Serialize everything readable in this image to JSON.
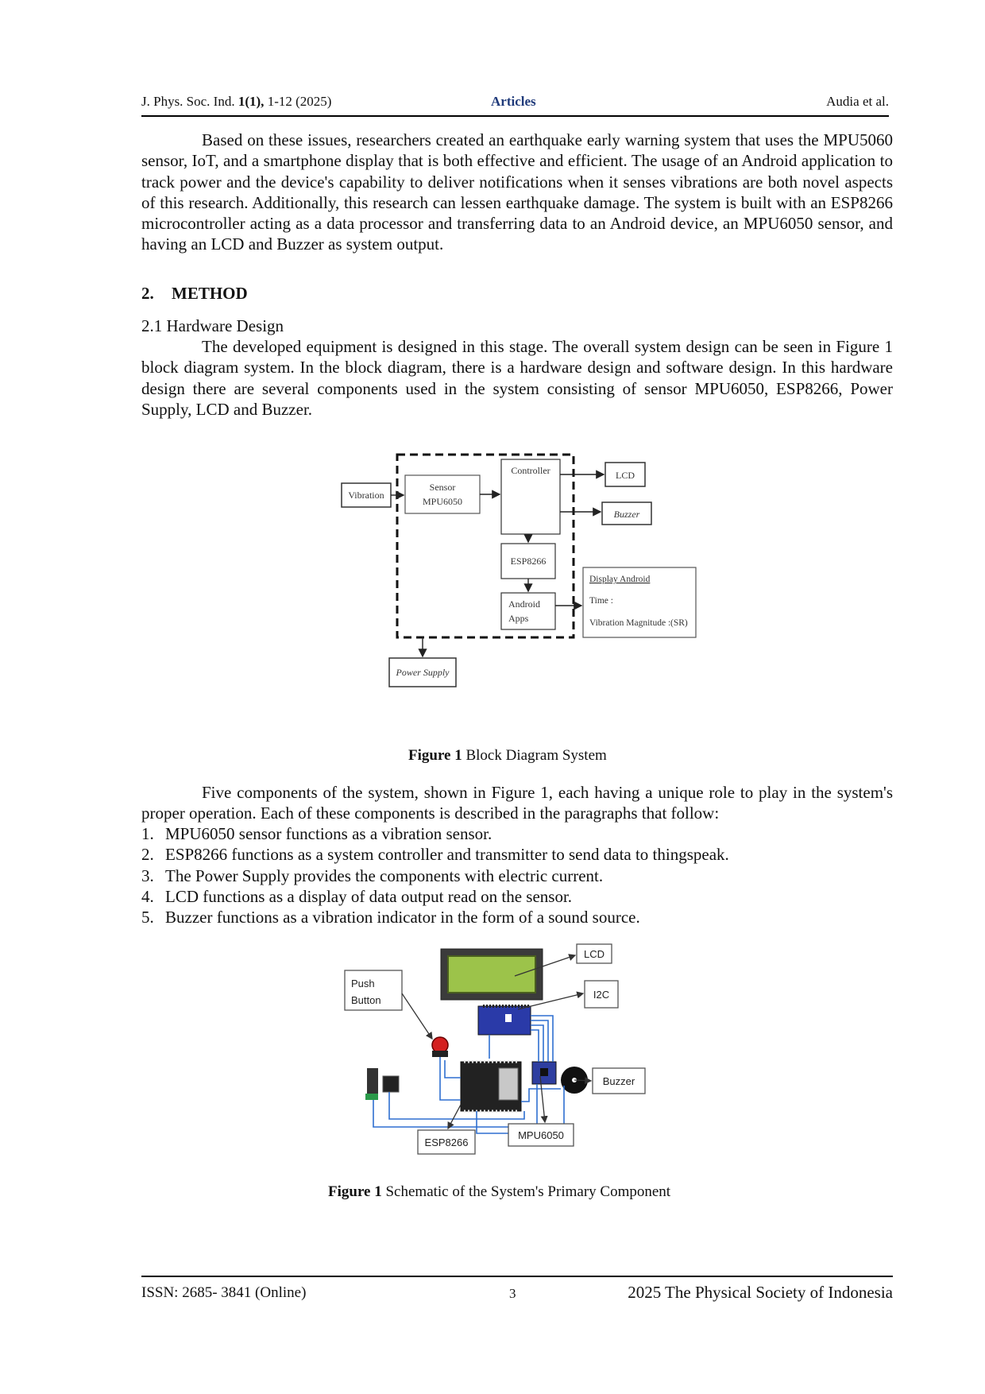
{
  "header": {
    "journal": "J. Phys. Soc. Ind.",
    "volume": "1(1),",
    "pages": "1-12 (2025)",
    "section": "Articles",
    "authors": "Audia et al."
  },
  "paragraphs": {
    "intro": "Based on these issues, researchers created an earthquake early warning system that uses the MPU5060 sensor, IoT, and a smartphone display that is both effective and efficient. The usage of an Android application to track power and the device's capability to deliver notifications when it senses vibrations are both novel aspects of this research. Additionally, this research can lessen earthquake damage. The system is built with an ESP8266 microcontroller acting as a data processor and transferring data to an Android device, an MPU6050 sensor, and having an LCD and Buzzer as system output.",
    "hardware": "The developed equipment is designed in this stage. The overall system design can be seen in Figure 1 block diagram system. In the block diagram, there is a hardware design and software design. In this hardware design there are several components used in the system consisting of sensor MPU6050, ESP8266, Power Supply, LCD and Buzzer.",
    "components": "Five components of the system, shown in Figure 1, each having a unique role to play in the system's proper operation. Each of these components is described in the paragraphs that follow:"
  },
  "section": {
    "number": "2.",
    "title": "METHOD"
  },
  "subsection": "2.1 Hardware Design",
  "list": [
    {
      "n": "1.",
      "text": "MPU6050 sensor functions as a vibration sensor."
    },
    {
      "n": "2.",
      "text": "ESP8266 functions as a system controller and transmitter to send data to thingspeak."
    },
    {
      "n": "3.",
      "text": "The Power Supply provides the components with electric current."
    },
    {
      "n": "4.",
      "text": "LCD functions as a display of data output read on the sensor."
    },
    {
      "n": "5.",
      "text": "Buzzer functions as a vibration indicator in the form of a sound source."
    }
  ],
  "figure1": {
    "caption_label": "Figure 1",
    "caption_text": " Block Diagram System",
    "blocks": {
      "vibration": "Vibration",
      "sensor_l1": "Sensor",
      "sensor_l2": "MPU6050",
      "controller": "Controller",
      "lcd": "LCD",
      "buzzer": "Buzzer",
      "esp": "ESP8266",
      "android_l1": "Android",
      "android_l2": "Apps",
      "display_title": "Display Android",
      "display_time": "Time :",
      "display_mag": "Vibration Magnitude :",
      "display_unit": "(SR)",
      "power": "Power Supply"
    }
  },
  "figure2": {
    "caption_label": "Figure 1",
    "caption_text": " Schematic of the System's Primary Component",
    "labels": {
      "push_l1": "Push",
      "push_l2": "Button",
      "lcd": "LCD",
      "i2c": "I2C",
      "buzzer": "Buzzer",
      "esp": "ESP8266",
      "mpu": "MPU6050"
    }
  },
  "footer": {
    "issn": "ISSN: 2685- 3841 (Online)",
    "page": "3",
    "society": "2025 The Physical Society of Indonesia"
  },
  "colors": {
    "section_link": "#1f3a7a",
    "lcd_screen": "#9cc34a",
    "wire": "#2f6fd0"
  }
}
